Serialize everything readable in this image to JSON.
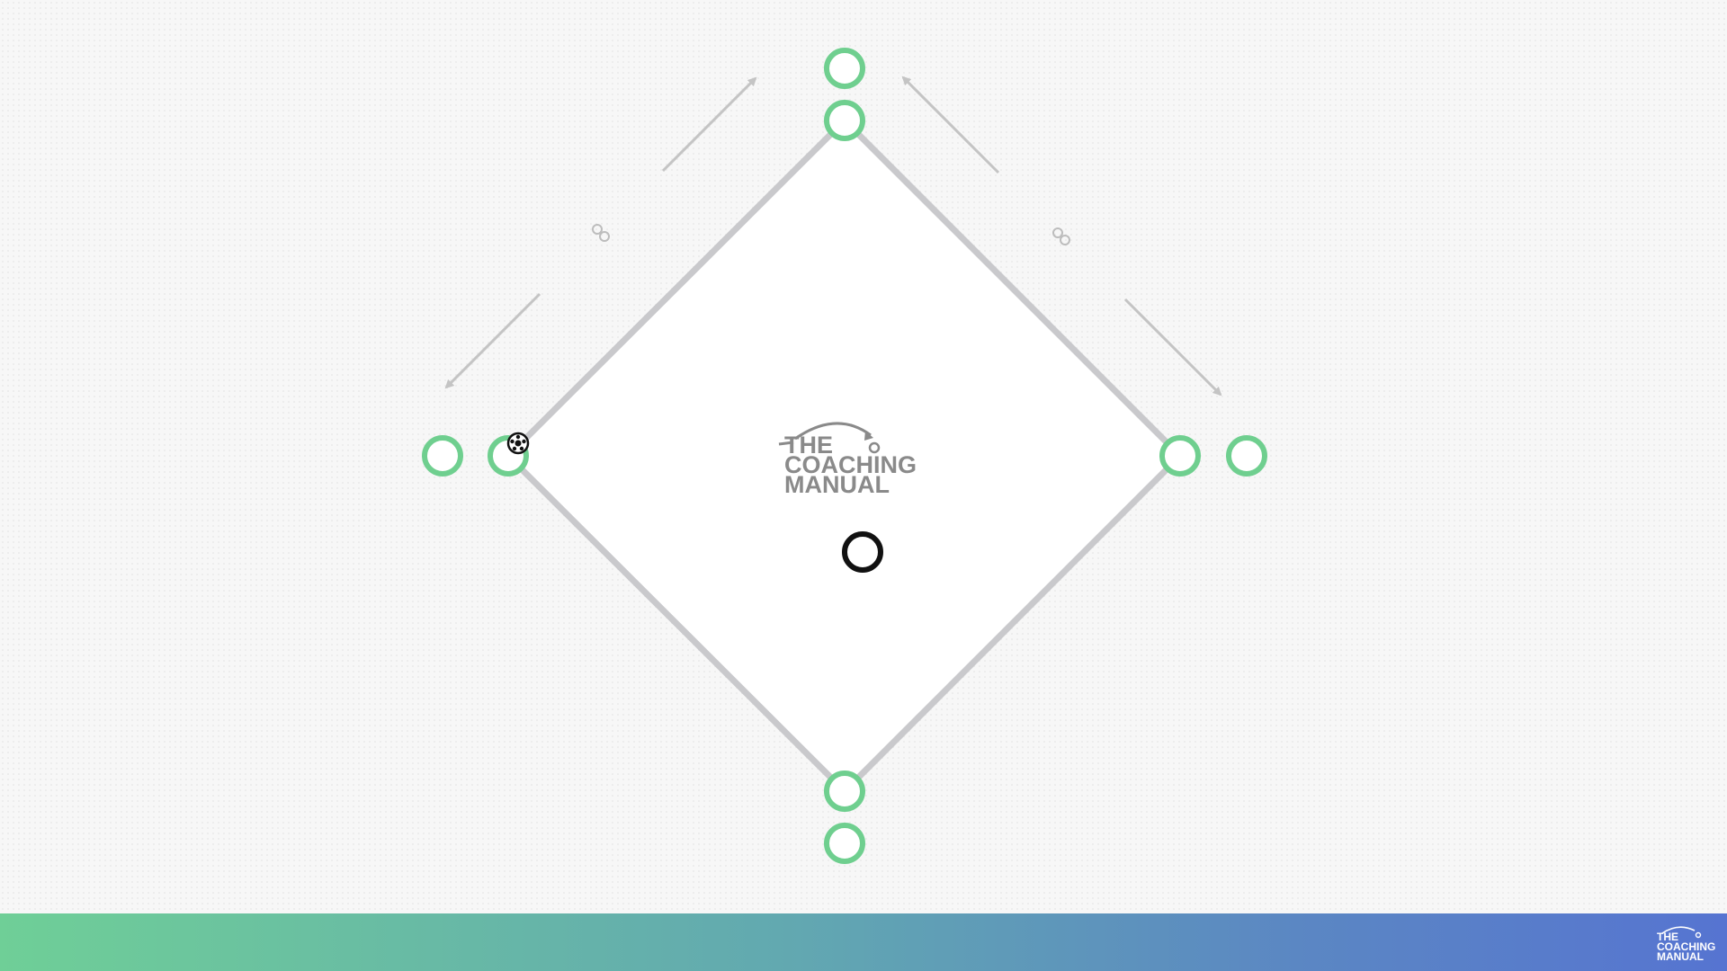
{
  "logo": {
    "line1": "THE",
    "line2": "COACHING",
    "line3": "MANUAL"
  },
  "footer_logo": {
    "line1": "THE",
    "line2": "COACHING",
    "line3": "MANUAL"
  },
  "colors": {
    "player": "#6fcf8f",
    "coach": "#111111",
    "field_line": "#c9c9cc",
    "arrow": "#c4c4c4",
    "logo_text": "#8a8a8a",
    "footer_gradient_start": "#6fcf97",
    "footer_gradient_end": "#5674d1"
  },
  "icons": {
    "ball": "soccer-ball-icon",
    "cones": "cone-pair-icon"
  },
  "players": {
    "count": 8,
    "positions": [
      "top-outer",
      "top-inner",
      "left-outer",
      "left-inner",
      "right-inner",
      "right-outer",
      "bottom-inner",
      "bottom-outer"
    ]
  },
  "coach": {
    "position": "center"
  }
}
